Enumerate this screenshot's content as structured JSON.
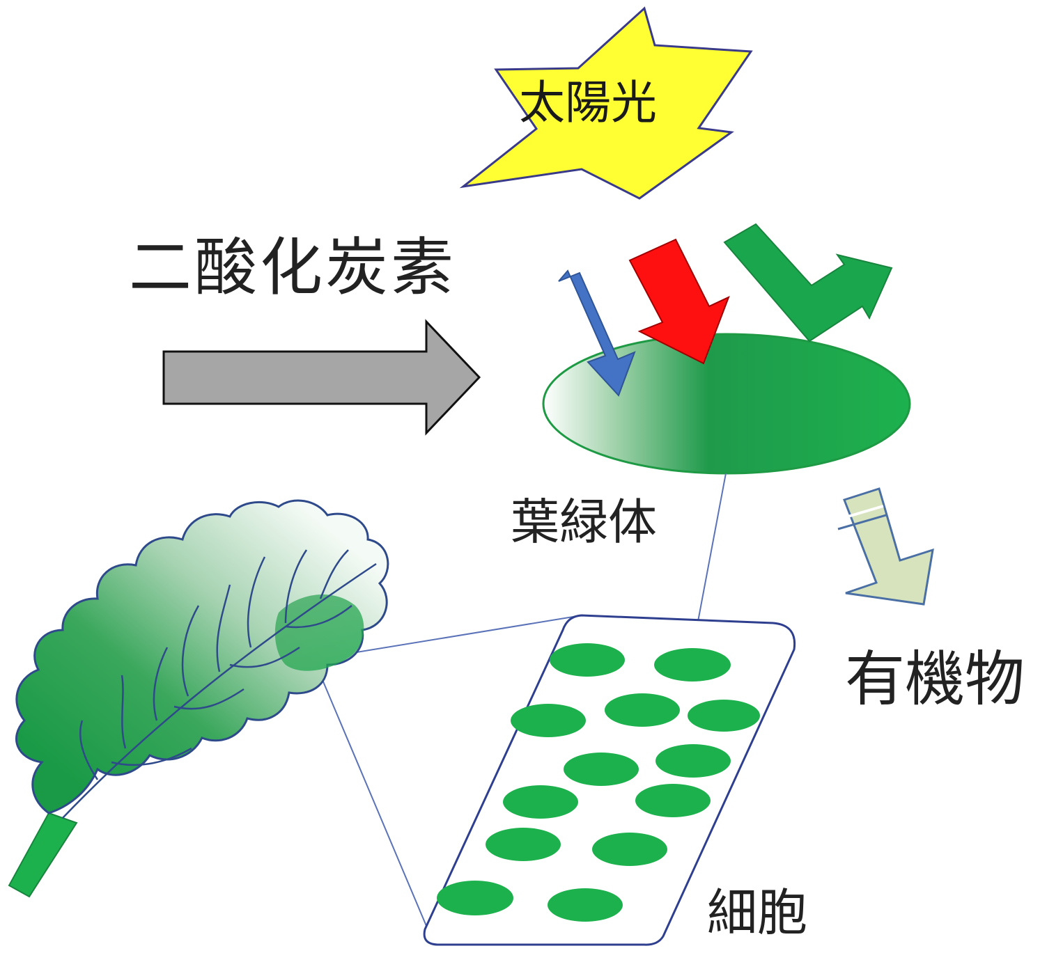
{
  "labels": {
    "sunlight": "太陽光",
    "co2": "二酸化炭素",
    "chloroplast": "葉緑体",
    "organic": "有機物",
    "cell": "細胞"
  },
  "colors": {
    "sun_fill": "#ffff33",
    "co2_arrow": "#a6a6a6",
    "blue_light": "#4472c4",
    "red_light": "#ff0000",
    "green_light": "#1aa64c",
    "chloroplast": "#1db14e",
    "organic_arrow": "#d6e3bc",
    "cell_outline": "#2f3f8f",
    "leaf_dark": "#1a9c45",
    "leaf_vein": "#2e4a8a"
  }
}
